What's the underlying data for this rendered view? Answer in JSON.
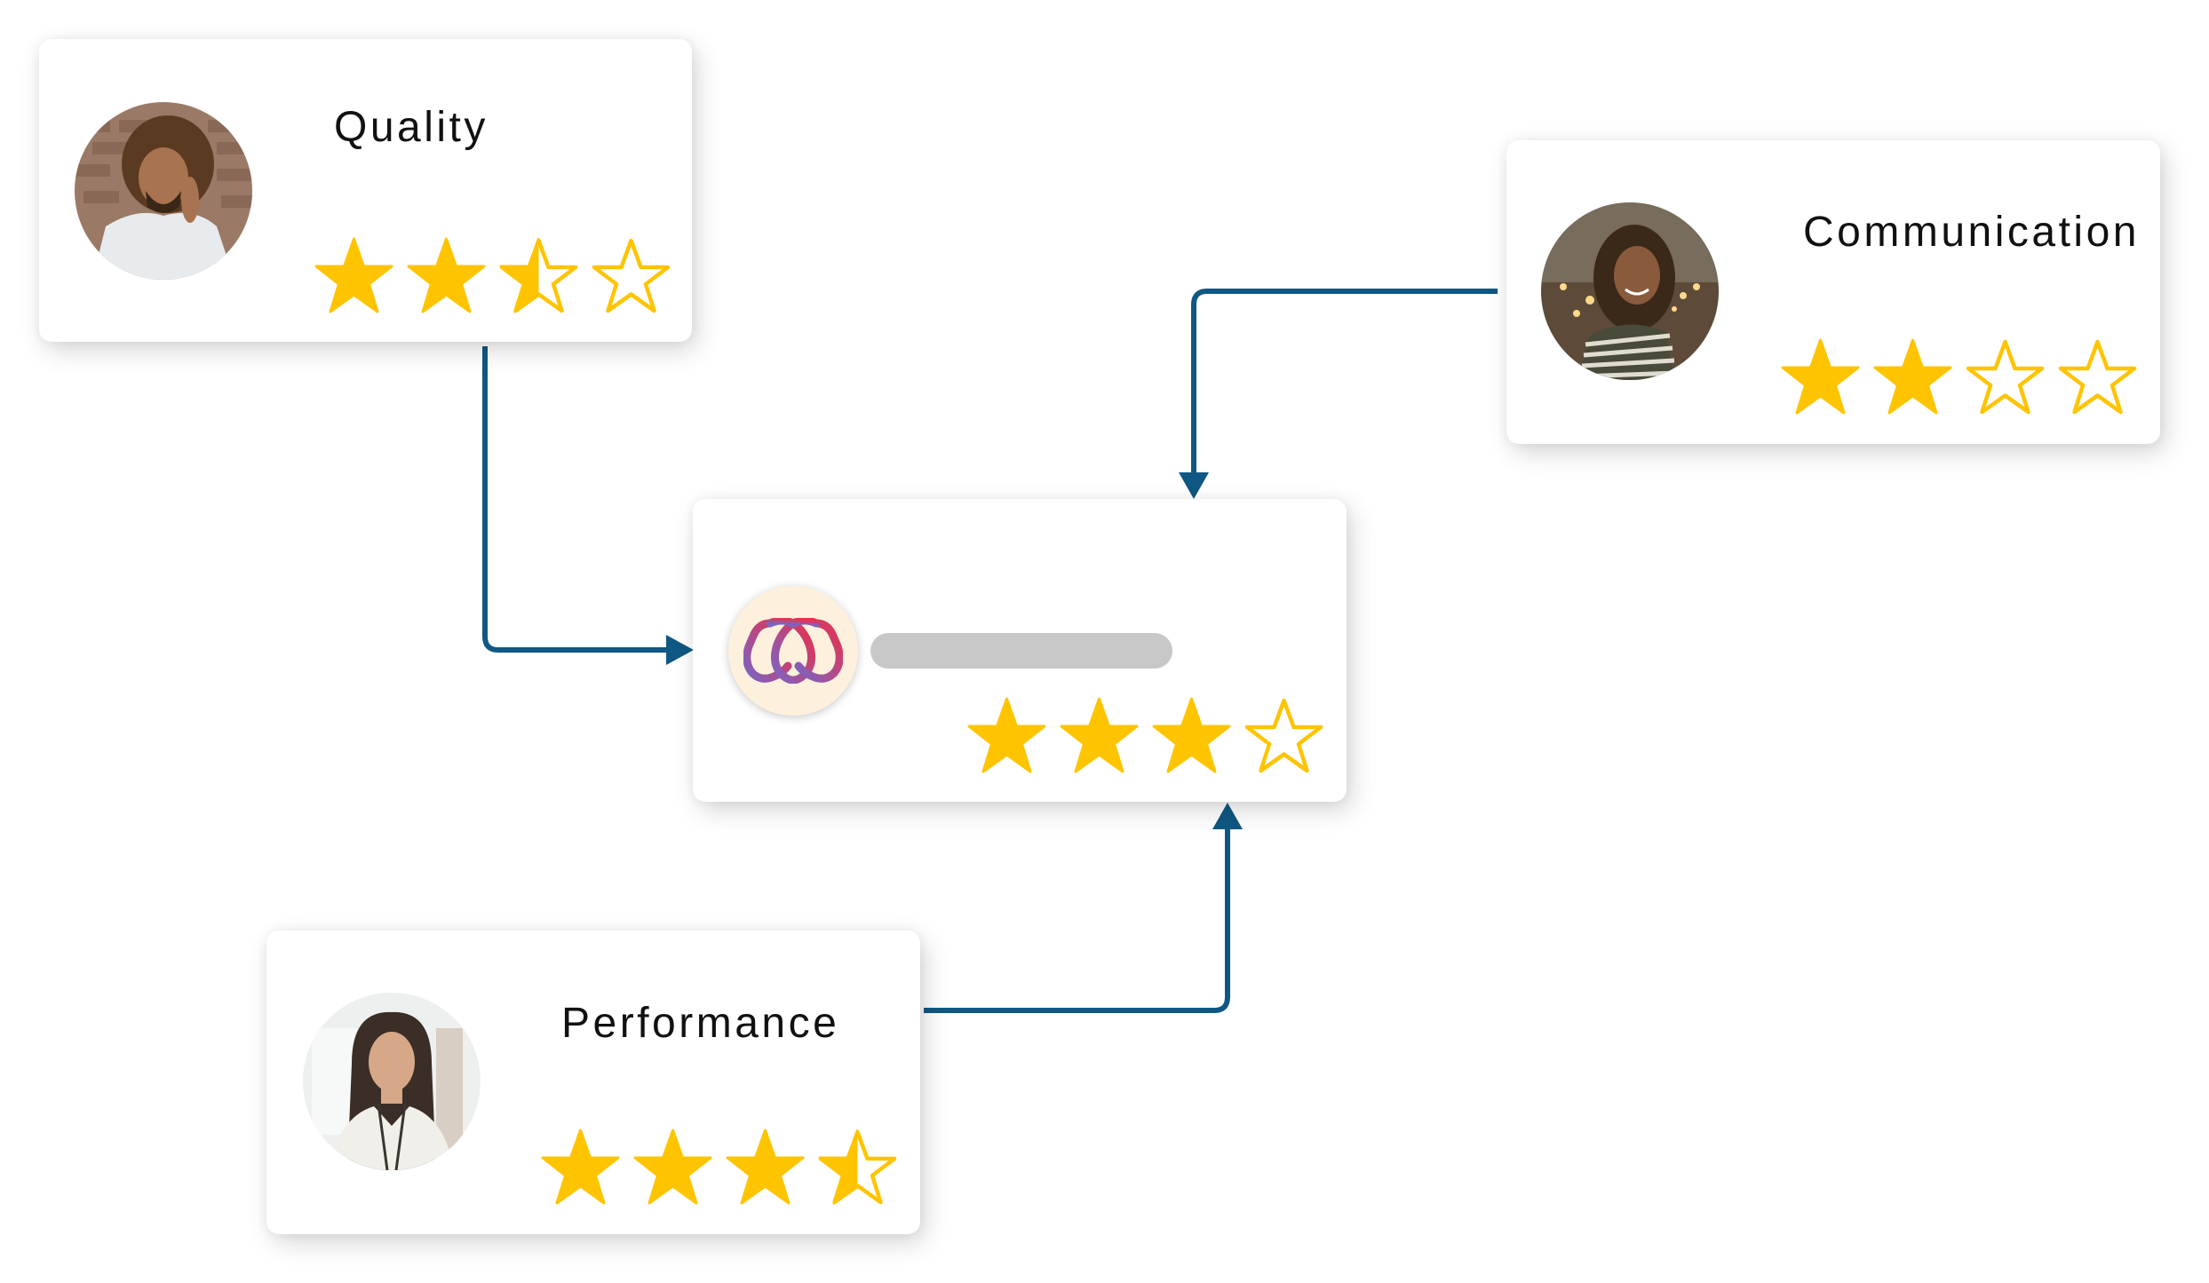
{
  "colors": {
    "card_bg": "#ffffff",
    "star": "#ffc400",
    "connector": "#0f5883",
    "title_text": "#111111",
    "placeholder_bar": "#c8c8c8",
    "logo_bg": "#fdf1dd",
    "logo_gradient_start": "#ec2f4b",
    "logo_gradient_end": "#7a64c4"
  },
  "cards": {
    "quality": {
      "title": "Quality",
      "rating": 2.5,
      "max": 4,
      "stars": [
        "full",
        "full",
        "half",
        "empty"
      ],
      "avatar_icon": "person-photo-icon"
    },
    "communication": {
      "title": "Communication",
      "rating": 2,
      "max": 4,
      "stars": [
        "full",
        "full",
        "empty",
        "empty"
      ],
      "avatar_icon": "person-photo-icon"
    },
    "performance": {
      "title": "Performance",
      "rating": 3.5,
      "max": 4,
      "stars": [
        "full",
        "full",
        "full",
        "half"
      ],
      "avatar_icon": "person-photo-icon"
    },
    "summary": {
      "logo_icon": "brand-logo-icon",
      "name_placeholder": "",
      "rating": 3,
      "max": 4,
      "stars": [
        "full",
        "full",
        "full",
        "empty"
      ]
    }
  },
  "connectors": [
    {
      "from": "quality",
      "to": "summary",
      "direction": "down-then-right"
    },
    {
      "from": "communication",
      "to": "summary",
      "direction": "left-then-down"
    },
    {
      "from": "performance",
      "to": "summary",
      "direction": "right-then-up"
    }
  ]
}
